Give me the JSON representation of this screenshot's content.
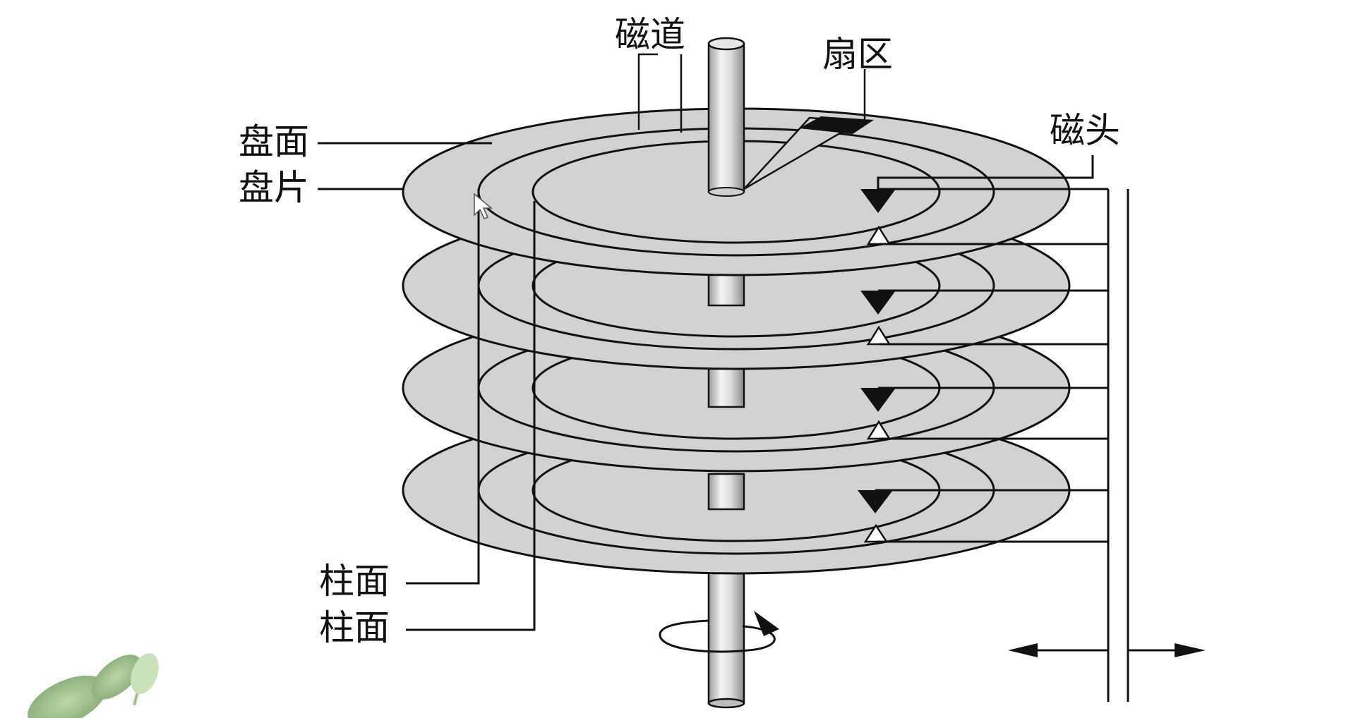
{
  "labels": {
    "track": "磁道",
    "sector": "扇区",
    "head": "磁头",
    "surface": "盘面",
    "platter": "盘片",
    "cylinder_1": "柱面",
    "cylinder_2": "柱面"
  },
  "disk": {
    "platter_count": 4,
    "colors": {
      "platter_fill": "#d2d2d2",
      "stroke": "#111111",
      "spindle_fill": "#d0d0d0",
      "spindle_highlight": "#f2f2f2",
      "background": "#ffffff"
    }
  },
  "icons": [
    "rotation-arrow-icon",
    "double-arrow-icon",
    "mouse-cursor-icon",
    "leaf-decoration-icon"
  ]
}
